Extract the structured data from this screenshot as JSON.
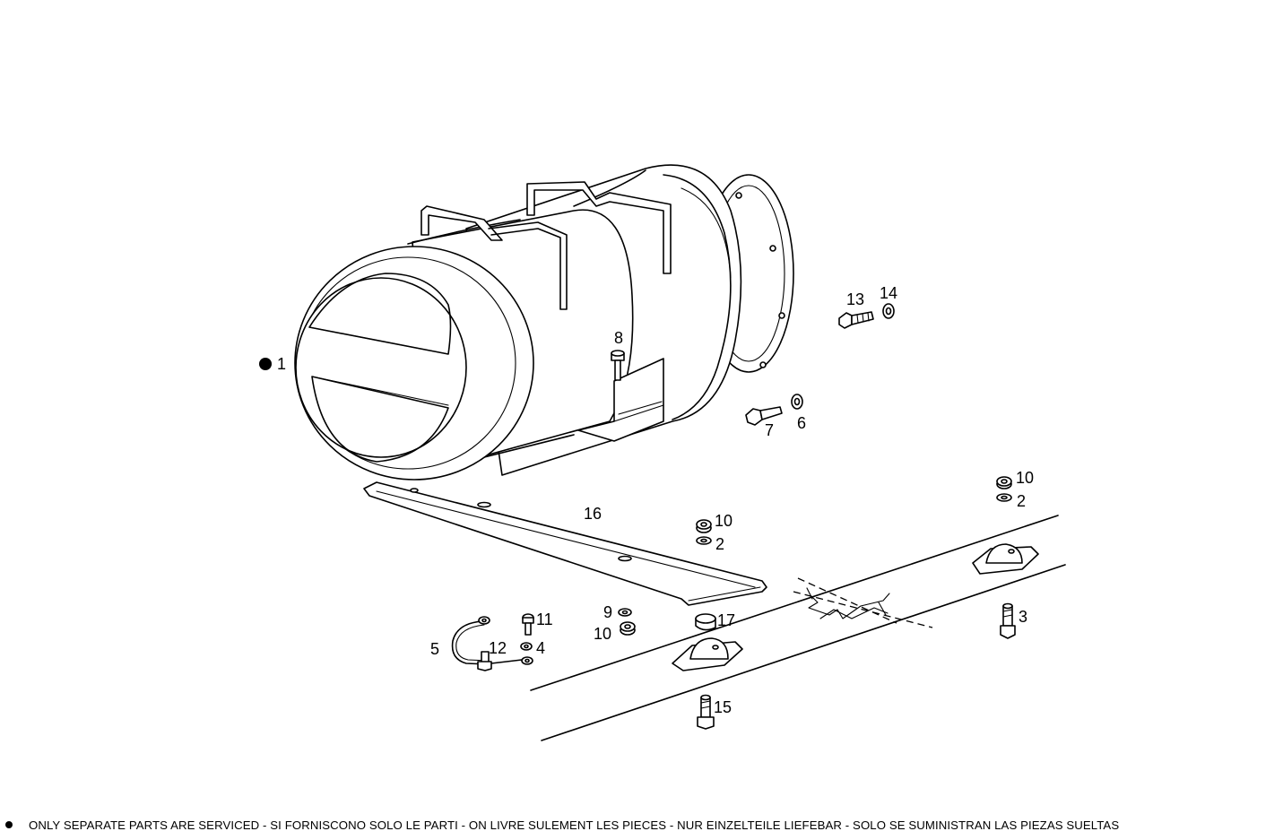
{
  "diagram": {
    "callouts": [
      {
        "id": "1",
        "label": "1",
        "has_bullet": true
      },
      {
        "id": "2a",
        "label": "2"
      },
      {
        "id": "2b",
        "label": "2"
      },
      {
        "id": "3",
        "label": "3"
      },
      {
        "id": "4",
        "label": "4"
      },
      {
        "id": "5",
        "label": "5"
      },
      {
        "id": "6",
        "label": "6"
      },
      {
        "id": "7",
        "label": "7"
      },
      {
        "id": "8",
        "label": "8"
      },
      {
        "id": "9",
        "label": "9"
      },
      {
        "id": "10a",
        "label": "10"
      },
      {
        "id": "10b",
        "label": "10"
      },
      {
        "id": "10c",
        "label": "10"
      },
      {
        "id": "11",
        "label": "11"
      },
      {
        "id": "12",
        "label": "12"
      },
      {
        "id": "13",
        "label": "13"
      },
      {
        "id": "14",
        "label": "14"
      },
      {
        "id": "15",
        "label": "15"
      },
      {
        "id": "16",
        "label": "16"
      },
      {
        "id": "17",
        "label": "17"
      }
    ]
  },
  "footer": {
    "note": "ONLY SEPARATE PARTS ARE SERVICED - SI FORNISCONO SOLO LE PARTI - ON LIVRE SULEMENT LES PIECES - NUR EINZELTEILE LIEFEBAR - SOLO SE SUMINISTRAN LAS PIEZAS SUELTAS"
  }
}
